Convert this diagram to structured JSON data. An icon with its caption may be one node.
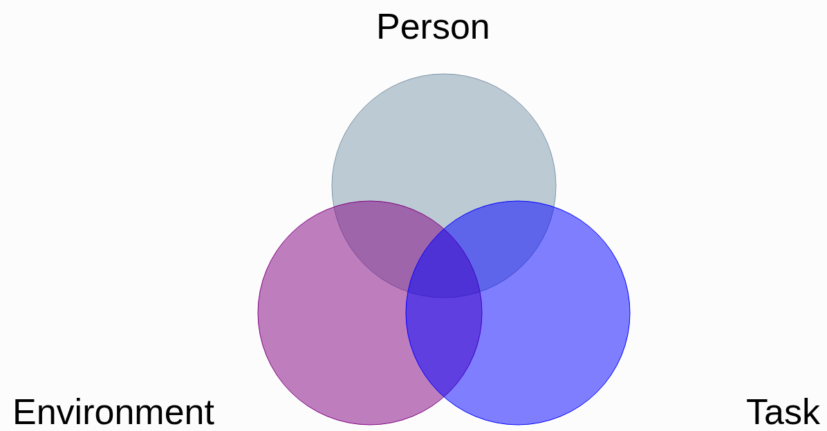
{
  "diagram": {
    "nodes": [
      {
        "text": [
          "Person"
        ]
      },
      {
        "text": [
          "Environment"
        ]
      },
      {
        "text": [
          "Task"
        ]
      }
    ]
  }
}
